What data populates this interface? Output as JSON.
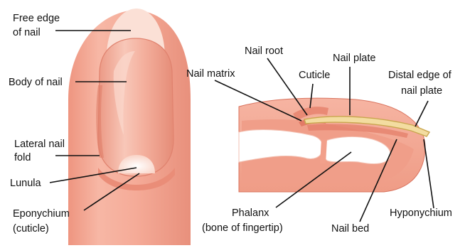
{
  "labels": {
    "free_edge_line1": "Free edge",
    "free_edge_line2": "of nail",
    "body_of_nail": "Body of nail",
    "lateral_fold_line1": "Lateral nail",
    "lateral_fold_line2": "fold",
    "lunula": "Lunula",
    "eponychium_line1": "Eponychium",
    "eponychium_line2": "(cuticle)",
    "nail_root": "Nail root",
    "nail_plate": "Nail plate",
    "nail_matrix": "Nail matrix",
    "cuticle": "Cuticle",
    "distal_edge_line1": "Distal edge of",
    "distal_edge_line2": "nail plate",
    "phalanx_line1": "Phalanx",
    "phalanx_line2": "(bone of fingertip)",
    "nail_bed": "Nail bed",
    "hyponychium": "Hyponychium"
  },
  "colors": {
    "skin": "#f2a593",
    "skin_light": "#f8c2b2",
    "skin_dark": "#e98a75",
    "nail": "#f4b3a1",
    "nail_highlight": "#fbd9cd",
    "lunula": "#fde8e0",
    "plate": "#f3dca0",
    "plate_edge": "#c9a64e",
    "bone": "#ffffff",
    "tissue_dark": "#e07a66"
  }
}
